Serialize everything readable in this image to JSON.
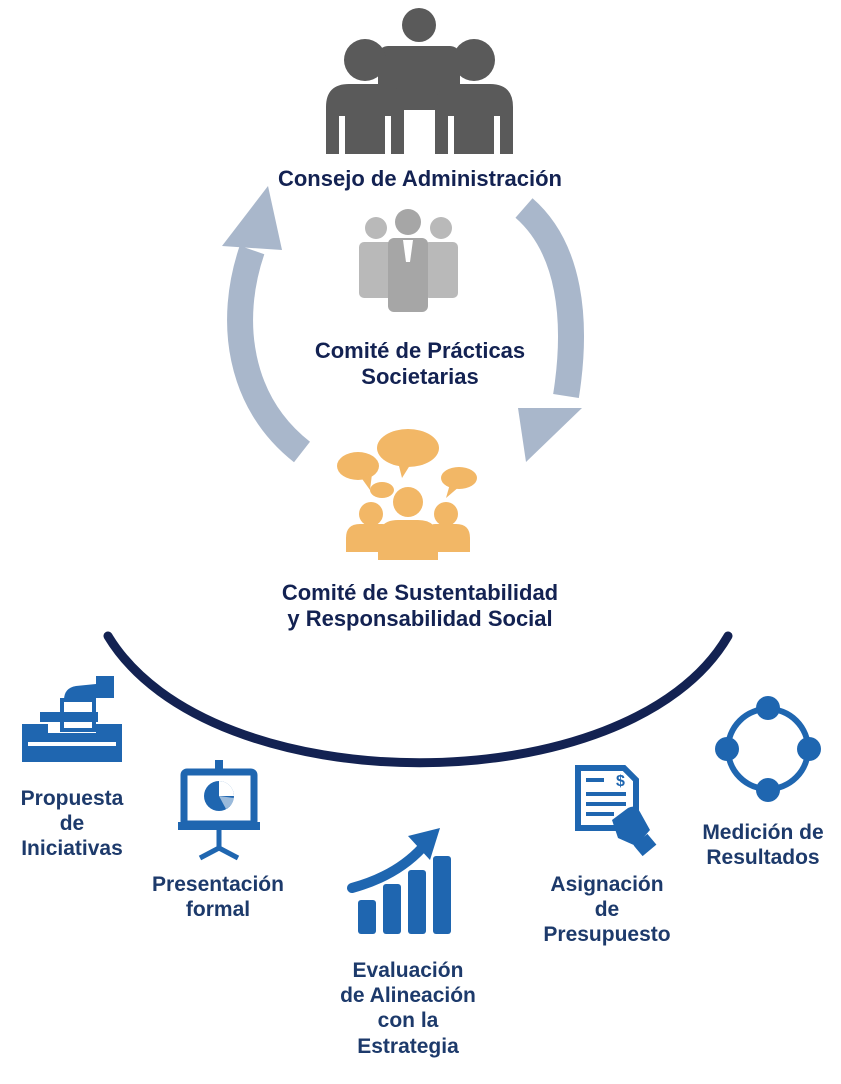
{
  "colors": {
    "navy": "#132252",
    "dark_gray": "#5a5a5a",
    "light_gray": "#a6a6a6",
    "arrow": "#a9b7cb",
    "orange": "#f2b766",
    "icon_blue": "#1f66b0"
  },
  "governance": {
    "board": {
      "icon": "people-group-icon",
      "label": "Consejo de Administración"
    },
    "practices_committee": {
      "icon": "business-team-icon",
      "lines": [
        "Comité de Prácticas",
        "Societarias"
      ]
    },
    "sustainability_committee": {
      "icon": "discussion-group-icon",
      "lines": [
        "Comité de Sustentabilidad",
        "y Responsabilidad Social"
      ]
    }
  },
  "process_steps": [
    {
      "icon": "ballot-box-icon",
      "lines": [
        "Propuesta",
        "de",
        "Iniciativas"
      ]
    },
    {
      "icon": "presentation-board-icon",
      "lines": [
        "Presentación",
        "formal"
      ]
    },
    {
      "icon": "growth-chart-icon",
      "lines": [
        "Evaluación",
        "de Alineación",
        "con la",
        "Estrategia"
      ]
    },
    {
      "icon": "budget-document-icon",
      "lines": [
        "Asignación",
        "de",
        "Presupuesto"
      ]
    },
    {
      "icon": "measurement-cycle-icon",
      "lines": [
        "Medición de",
        "Resultados"
      ]
    }
  ]
}
